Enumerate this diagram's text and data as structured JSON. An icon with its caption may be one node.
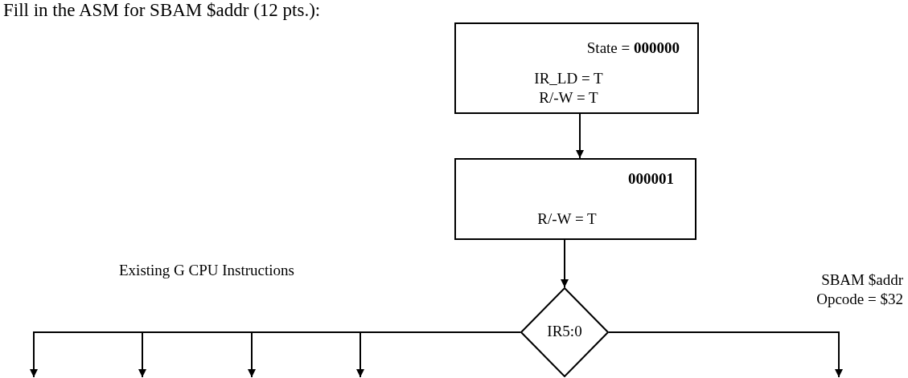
{
  "diagram": {
    "title": "Fill in the ASM for SBAM $addr (12 pts.):",
    "nodes": [
      {
        "text": [
          "State = **000000**",
          "IR_LD = T R/-W = T"
        ]
      },
      {
        "text": [
          "000001",
          "R/-W = T"
        ]
      },
      {
        "text": [
          "IR5:0"
        ]
      }
    ],
    "edges": [
      {
        "from": 0,
        "to": 1,
        "arrow": "to"
      },
      {
        "from": 1,
        "to": 2,
        "arrow": "to"
      },
      {
        "from": 2,
        "to": null,
        "arrow": "to"
      },
      {
        "from": 2,
        "to": null,
        "arrow": "to"
      },
      {
        "from": 2,
        "to": null,
        "arrow": "to"
      },
      {
        "from": 2,
        "to": null,
        "arrow": "to"
      },
      {
        "from": 2,
        "to": null,
        "arrow": "to"
      }
    ],
    "labels": [
      "Existing G CPU Instructions",
      "SBAM $addr",
      "Opcode = $32"
    ]
  }
}
